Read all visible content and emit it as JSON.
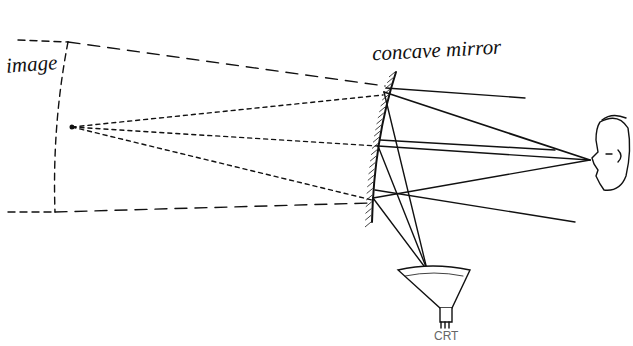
{
  "diagram": {
    "labels": [
      "image",
      "concave mirror",
      "CRT"
    ]
  }
}
